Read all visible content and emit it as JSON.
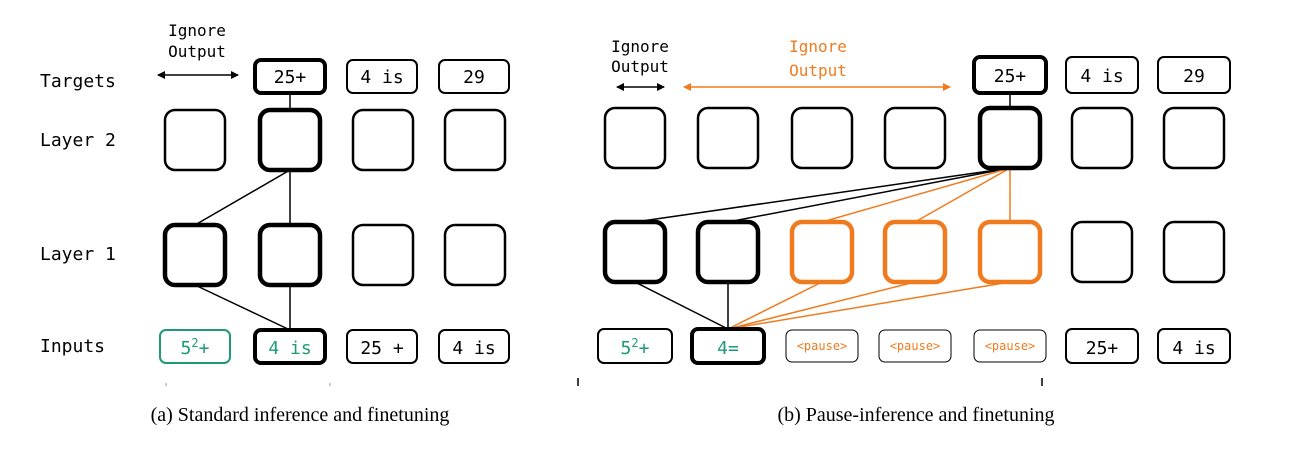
{
  "colors": {
    "black": "#000000",
    "orange": "#F07B1E",
    "green": "#1E9A78"
  },
  "left": {
    "ignore_output": {
      "line1": "Ignore",
      "line2": "Output"
    },
    "row_labels": {
      "targets": "Targets",
      "layer2": "Layer 2",
      "layer1": "Layer 1",
      "inputs": "Inputs"
    },
    "targets": [
      "25+",
      "4 is",
      "29"
    ],
    "inputs": [
      {
        "base": "5",
        "sup": "2",
        "rest": "+"
      },
      {
        "text": "4 is"
      },
      {
        "text": "25 +"
      },
      {
        "text": "4 is"
      }
    ],
    "caption": "(a) Standard inference and finetuning"
  },
  "right": {
    "ignore_output_black": {
      "line1": "Ignore",
      "line2": "Output"
    },
    "ignore_output_orange": {
      "line1": "Ignore",
      "line2": "Output"
    },
    "targets": [
      "25+",
      "4 is",
      "29"
    ],
    "inputs": [
      {
        "base": "5",
        "sup": "2",
        "rest": "+"
      },
      {
        "text": "4="
      },
      {
        "text": "<pause>"
      },
      {
        "text": "<pause>"
      },
      {
        "text": "<pause>"
      },
      {
        "text": "25+"
      },
      {
        "text": "4 is"
      }
    ],
    "caption": "(b) Pause-inference and finetuning"
  }
}
